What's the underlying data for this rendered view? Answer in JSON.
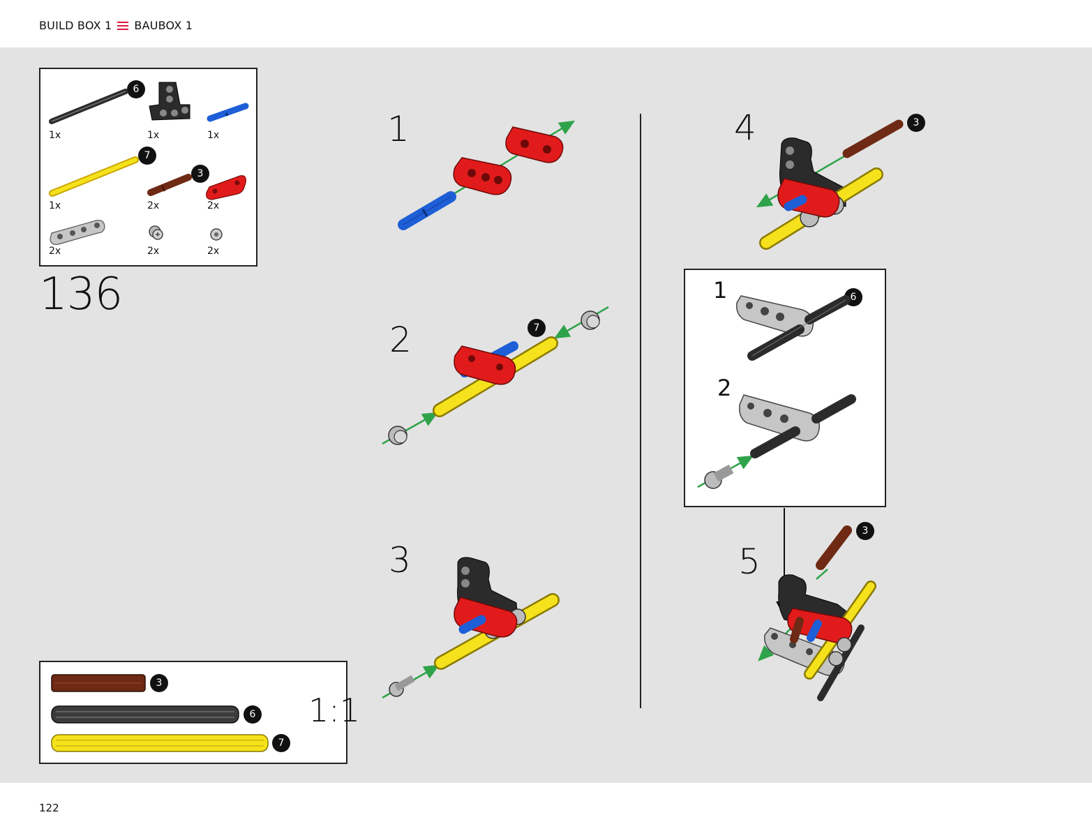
{
  "header": {
    "left": "BUILD BOX 1",
    "right": "BAUBOX 1"
  },
  "page_number": "122",
  "step_number": "136",
  "parts": [
    {
      "name": "black-axle",
      "qty": "1x",
      "badge": "6"
    },
    {
      "name": "black-beam-bracket",
      "qty": "1x"
    },
    {
      "name": "blue-pin",
      "qty": "1x"
    },
    {
      "name": "yellow-axle",
      "qty": "1x",
      "badge": "7"
    },
    {
      "name": "brown-axle",
      "qty": "2x",
      "badge": "3"
    },
    {
      "name": "red-liftarm",
      "qty": "2x"
    },
    {
      "name": "gray-liftarm",
      "qty": "2x"
    },
    {
      "name": "gray-bush",
      "qty": "2x"
    },
    {
      "name": "gray-half-bush",
      "qty": "2x"
    }
  ],
  "scale": {
    "label": "1:1",
    "items": [
      {
        "badge": "3",
        "color": "#6e2a14"
      },
      {
        "badge": "6",
        "color": "#3b3b3b"
      },
      {
        "badge": "7",
        "color": "#f5e21c"
      }
    ]
  },
  "steps": [
    {
      "label": "1"
    },
    {
      "label": "2",
      "badge": "7"
    },
    {
      "label": "3"
    },
    {
      "label": "4",
      "badge": "3"
    },
    {
      "label": "5",
      "badge": "3"
    }
  ],
  "substeps": [
    {
      "label": "1",
      "badge": "6"
    },
    {
      "label": "2"
    }
  ],
  "colors": {
    "accent": "#d81b3c",
    "arrow": "#2fa34a",
    "red": "#e11b1b",
    "blue": "#1e5ed6",
    "yellow": "#f5e21c",
    "brown": "#6e2a14",
    "gray": "#b9b9b9",
    "dark": "#2b2b2b"
  }
}
